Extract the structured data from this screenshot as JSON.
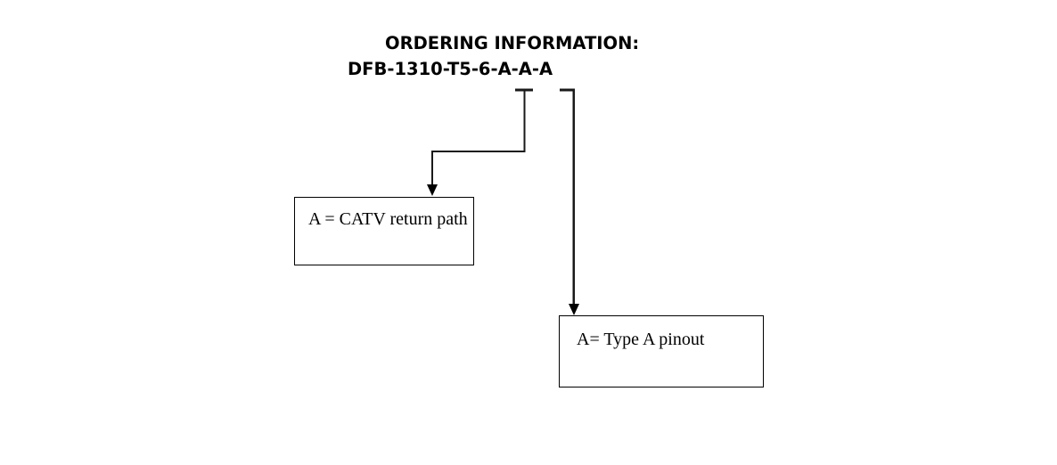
{
  "document": {
    "title_line_1": "ORDERING INFORMATION:",
    "title_line_2": "DFB-1310-T5-6-A-A-A"
  },
  "diagram": {
    "type": "callout-annotation",
    "part_number": "DFB-1310-T5-6-A-A-A",
    "callouts": [
      {
        "id": "catv-return-path",
        "label": "A = CATV return path",
        "annotates_segment": "A",
        "segment_index": 6
      },
      {
        "id": "type-a-pinout",
        "label": "A= Type A pinout",
        "annotates_segment": "A",
        "segment_index": 7
      }
    ],
    "colors": {
      "line": "#1a1a1a",
      "box_border": "#000000",
      "background": "#ffffff",
      "text": "#000000"
    }
  }
}
